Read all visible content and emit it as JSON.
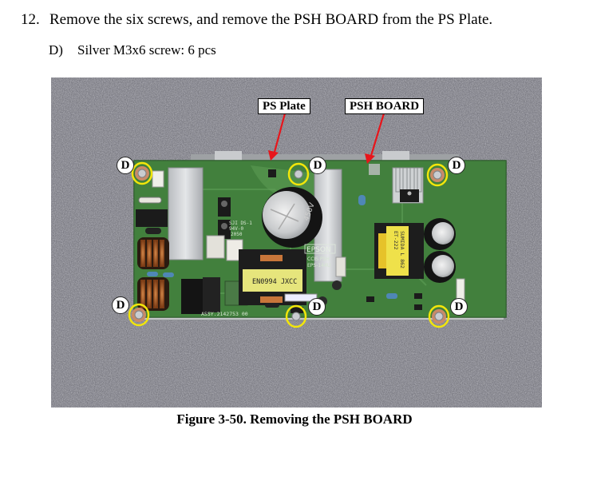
{
  "step": {
    "number": "12.",
    "text": "Remove the six screws, and remove the PSH BOARD from the PS Plate."
  },
  "screw_spec": {
    "label": "D)",
    "text": "Silver M3x6 screw: 6 pcs"
  },
  "figure": {
    "callouts": {
      "ps_plate": "PS Plate",
      "psh_board": "PSH BOARD"
    },
    "screw_marker": "D",
    "screw_count": 6,
    "board_markings": {
      "brand": "EPSON",
      "model_line1": "CCIS PSH",
      "model_line2": "EPS-144U",
      "transformer": "EN0994 JXCC",
      "assy": "ASSY.2142753  00",
      "ul": "SJI DS-1",
      "ul2": "94V-0",
      "date": "2050",
      "yellow_xfmr1": "ET-222",
      "yellow_xfmr2": "SUMIDA L 862",
      "cap": "450V"
    },
    "colors": {
      "marker_ring": "#f2e60a",
      "arrow": "#e8151b",
      "pcb": "#3d7a3a",
      "carpet": "#7c7c84"
    },
    "caption": "Figure 3-50.  Removing the PSH BOARD"
  }
}
